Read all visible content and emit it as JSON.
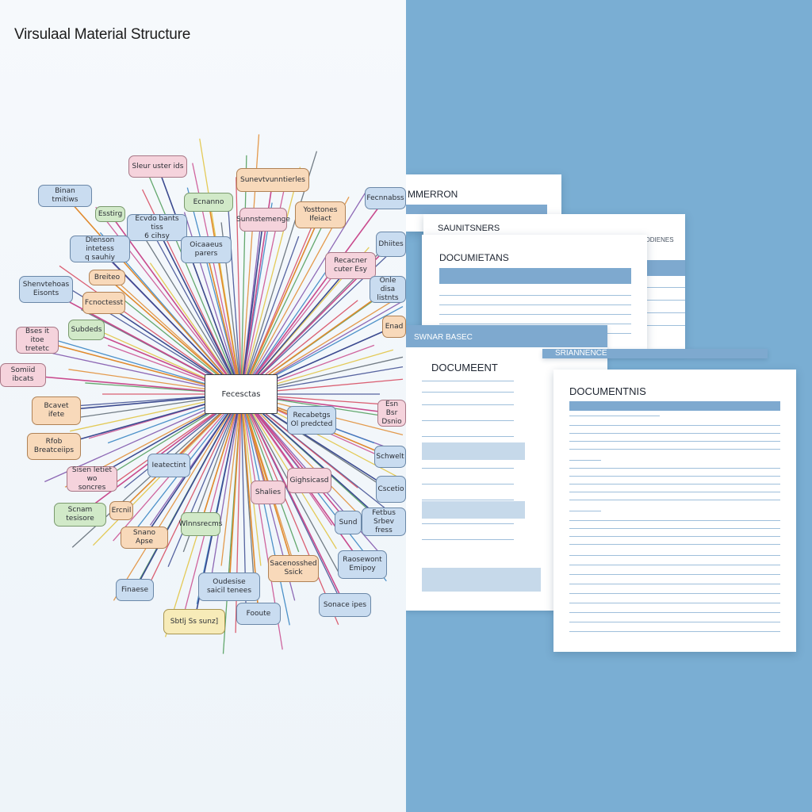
{
  "title": "Virsulaal Material Structure",
  "mindmap": {
    "hub": "Fecesctas",
    "nodes": [
      {
        "label": "Sleur uster ids",
        "color": "pink"
      },
      {
        "label": "Binan tmitiws",
        "color": "blue"
      },
      {
        "label": "Esstirg",
        "color": "green"
      },
      {
        "label": "Ecvdo bants tiss\n6 cihsy",
        "color": "blue"
      },
      {
        "label": "Ecnanno",
        "color": "green"
      },
      {
        "label": "Sunevtvunntierles",
        "color": "orange"
      },
      {
        "label": "Sunnstemenge",
        "color": "pink"
      },
      {
        "label": "Yosttones\nIfeiact",
        "color": "orange"
      },
      {
        "label": "Fecnnabss",
        "color": "blue"
      },
      {
        "label": "Dlenson intetess\nq sauhiy",
        "color": "blue"
      },
      {
        "label": "Oicaaeus\nparers",
        "color": "blue"
      },
      {
        "label": "Dhiites",
        "color": "blue"
      },
      {
        "label": "Recacner\ncuter Esy",
        "color": "pink"
      },
      {
        "label": "Breiteo",
        "color": "orange"
      },
      {
        "label": "Shenvtehoas\nEisonts",
        "color": "blue"
      },
      {
        "label": "Fcnoctesst",
        "color": "orange"
      },
      {
        "label": "Onle disa\nlistnts",
        "color": "blue"
      },
      {
        "label": "Subdeds",
        "color": "green"
      },
      {
        "label": "Enad",
        "color": "orange"
      },
      {
        "label": "Bses it itoe\ntretetc",
        "color": "pink"
      },
      {
        "label": "Somiid ibcats",
        "color": "pink"
      },
      {
        "label": "Bcavet ifete",
        "color": "orange"
      },
      {
        "label": "Recabetgs\nOl predcted",
        "color": "blue"
      },
      {
        "label": "Esn Bsr\nDsnio",
        "color": "pink"
      },
      {
        "label": "Rfob Breatceiips",
        "color": "orange"
      },
      {
        "label": "Schwelt",
        "color": "blue"
      },
      {
        "label": "Ieatectint",
        "color": "blue"
      },
      {
        "label": "Sisen letiet wo\nsoncres",
        "color": "pink"
      },
      {
        "label": "Shalies",
        "color": "pink"
      },
      {
        "label": "Gighsicasd",
        "color": "pink"
      },
      {
        "label": "Cscetio",
        "color": "blue"
      },
      {
        "label": "Ercnil",
        "color": "orange"
      },
      {
        "label": "Scnam tesisore",
        "color": "green"
      },
      {
        "label": "Snano Apse",
        "color": "orange"
      },
      {
        "label": "Wlnnsrecms",
        "color": "green"
      },
      {
        "label": "Sund",
        "color": "blue"
      },
      {
        "label": "Fetbus\nSrbev fress",
        "color": "blue"
      },
      {
        "label": "Sacenosshed\nSsick",
        "color": "orange"
      },
      {
        "label": "Raosewont\nEmipoy",
        "color": "blue"
      },
      {
        "label": "Finaese",
        "color": "blue"
      },
      {
        "label": "Oudesise\nsaicil tenees",
        "color": "blue"
      },
      {
        "label": "Sonace ipes",
        "color": "blue"
      },
      {
        "label": "Sbtlj Ss sunz]",
        "color": "yellow"
      },
      {
        "label": "Fooute",
        "color": "blue"
      }
    ],
    "colors": {
      "blue": "#c9dcf0",
      "pink": "#f5d3dc",
      "orange": "#f8d9ba",
      "green": "#d1e9c8",
      "yellow": "#f7ebb8",
      "white": "#ffffff"
    },
    "line_colors": [
      "#3b4a8f",
      "#d6455a",
      "#4a9a55",
      "#e08a2e",
      "#7b4fa8",
      "#2f7fc0",
      "#c94a8d",
      "#e0c23a",
      "#5b6670"
    ]
  },
  "documents": [
    {
      "title": "MMERRON"
    },
    {
      "title": "SAUNITSNERS"
    },
    {
      "title": "DOCUMIETANS"
    },
    {
      "title": "DDIENES",
      "small": true
    },
    {
      "title": "SWNAR BASEC"
    },
    {
      "title": "DOCUMEENT"
    },
    {
      "title": "SRIANNENCE"
    },
    {
      "title": "DOCUMENTNIS"
    }
  ],
  "accent": {
    "background_right": "#7aaed3",
    "doc_bar": "#7ea9cf"
  }
}
